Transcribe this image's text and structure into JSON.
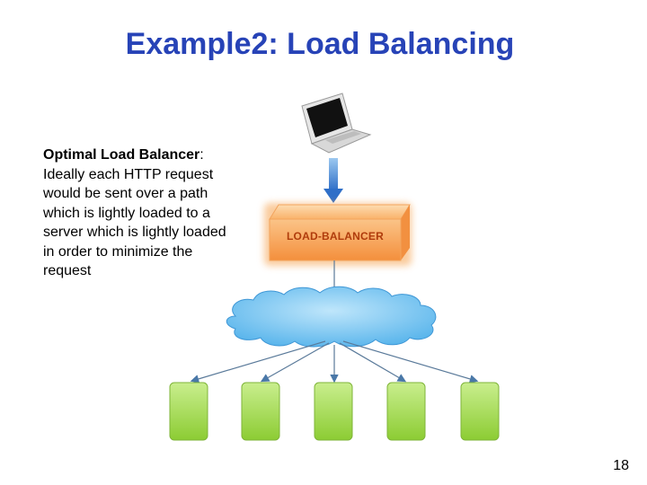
{
  "slide": {
    "title": "Example2: Load Balancing",
    "page_number": "18"
  },
  "description": {
    "bold_part": "Optimal Load Balancer",
    "rest": ": Ideally each HTTP request would be sent over a path which is lightly loaded to a server which is lightly loaded in order to minimize the request"
  },
  "diagram": {
    "load_balancer_label": "LOAD-BALANCER",
    "server_count": 5,
    "colors": {
      "title": "#2743b7",
      "load_balancer": "#f8a654",
      "cloud": "#6cc0f0",
      "server": "#a3db4a",
      "arrow_down": "#3f80d0"
    }
  }
}
